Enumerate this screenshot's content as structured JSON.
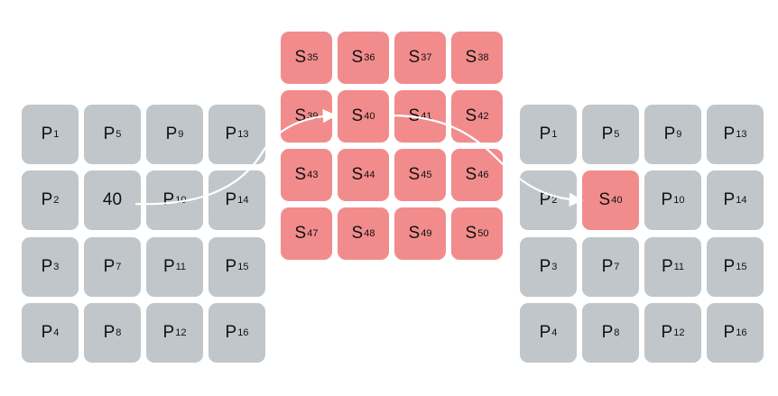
{
  "colors": {
    "p_cell": "#c0c6c9",
    "s_cell": "#f28c8c",
    "arrow": "#ffffff"
  },
  "left_grid": {
    "rows": [
      [
        {
          "main": "P",
          "sub": "1"
        },
        {
          "main": "P",
          "sub": "5"
        },
        {
          "main": "P",
          "sub": "9"
        },
        {
          "main": "P",
          "sub": "13"
        }
      ],
      [
        {
          "main": "P",
          "sub": "2"
        },
        {
          "main": "40",
          "sub": ""
        },
        {
          "main": "P",
          "sub": "10"
        },
        {
          "main": "P",
          "sub": "14"
        }
      ],
      [
        {
          "main": "P",
          "sub": "3"
        },
        {
          "main": "P",
          "sub": "7"
        },
        {
          "main": "P",
          "sub": "11"
        },
        {
          "main": "P",
          "sub": "15"
        }
      ],
      [
        {
          "main": "P",
          "sub": "4"
        },
        {
          "main": "P",
          "sub": "8"
        },
        {
          "main": "P",
          "sub": "12"
        },
        {
          "main": "P",
          "sub": "16"
        }
      ]
    ]
  },
  "middle_grid": {
    "rows": [
      [
        {
          "main": "S",
          "sub": "35"
        },
        {
          "main": "S",
          "sub": "36"
        },
        {
          "main": "S",
          "sub": "37"
        },
        {
          "main": "S",
          "sub": "38"
        }
      ],
      [
        {
          "main": "S",
          "sub": "39"
        },
        {
          "main": "S",
          "sub": "40"
        },
        {
          "main": "S",
          "sub": "41"
        },
        {
          "main": "S",
          "sub": "42"
        }
      ],
      [
        {
          "main": "S",
          "sub": "43"
        },
        {
          "main": "S",
          "sub": "44"
        },
        {
          "main": "S",
          "sub": "45"
        },
        {
          "main": "S",
          "sub": "46"
        }
      ],
      [
        {
          "main": "S",
          "sub": "47"
        },
        {
          "main": "S",
          "sub": "48"
        },
        {
          "main": "S",
          "sub": "49"
        },
        {
          "main": "S",
          "sub": "50"
        }
      ]
    ]
  },
  "right_grid": {
    "highlight": "S40",
    "rows": [
      [
        {
          "main": "P",
          "sub": "1"
        },
        {
          "main": "P",
          "sub": "5"
        },
        {
          "main": "P",
          "sub": "9"
        },
        {
          "main": "P",
          "sub": "13"
        }
      ],
      [
        {
          "main": "P",
          "sub": "2"
        },
        {
          "main": "S",
          "sub": "40"
        },
        {
          "main": "P",
          "sub": "10"
        },
        {
          "main": "P",
          "sub": "14"
        }
      ],
      [
        {
          "main": "P",
          "sub": "3"
        },
        {
          "main": "P",
          "sub": "7"
        },
        {
          "main": "P",
          "sub": "11"
        },
        {
          "main": "P",
          "sub": "15"
        }
      ],
      [
        {
          "main": "P",
          "sub": "4"
        },
        {
          "main": "P",
          "sub": "8"
        },
        {
          "main": "P",
          "sub": "12"
        },
        {
          "main": "P",
          "sub": "16"
        }
      ]
    ]
  }
}
